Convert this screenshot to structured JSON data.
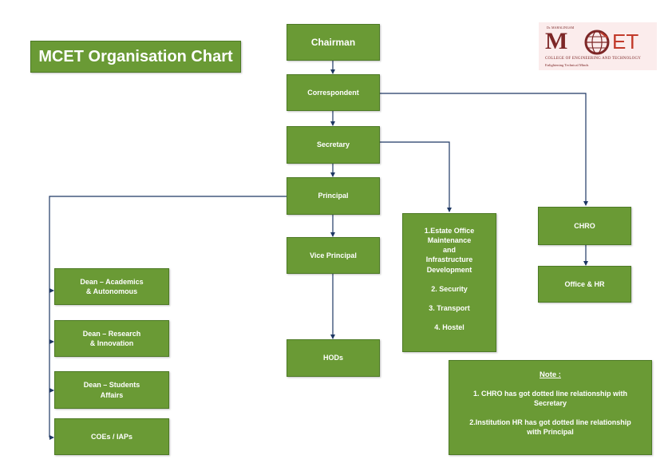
{
  "title": "MCET Organisation Chart",
  "logo": {
    "small_text": "Dr. MAHALINGAM",
    "letter_m": "M",
    "letters_cet": "ET",
    "college": "COLLEGE OF ENGINEERING AND TECHNOLOGY",
    "tagline": "Enlightening Technical Minds"
  },
  "nodes": {
    "chairman": "Chairman",
    "correspondent": "Correspondent",
    "secretary": "Secretary",
    "principal": "Principal",
    "vice_principal": "Vice Principal",
    "hods": "HODs",
    "dean_academics_1": "Dean – Academics",
    "dean_academics_2": "& Autonomous",
    "dean_research_1": "Dean – Research",
    "dean_research_2": "& Innovation",
    "dean_students_1": "Dean – Students",
    "dean_students_2": "Affairs",
    "coes": "COEs / IAPs",
    "chro": "CHRO",
    "office_hr": "Office & HR"
  },
  "estate": {
    "items": [
      "1.Estate Office",
      "Maintenance",
      "and",
      "Infrastructure",
      "Development",
      "2. Security",
      "3.  Transport",
      "4. Hostel"
    ]
  },
  "note": {
    "title": "Note :",
    "line1": "1. CHRO has got dotted line relationship with",
    "line1b": "Secretary",
    "line2": "2.Institution HR has got dotted line relationship",
    "line2b": "with Principal"
  },
  "colors": {
    "box_fill": "#6a9a35",
    "line": "#1f3864"
  }
}
